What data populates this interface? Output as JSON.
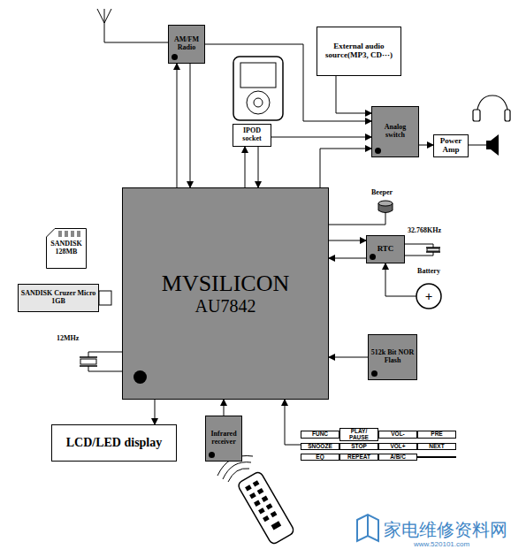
{
  "diagram": {
    "nodes": [
      {
        "text": [
          "AM/FM Radio"
        ]
      },
      {
        "text": [
          "External audio source(MP3, CD···)"
        ]
      },
      {
        "text": [
          "IPOD socket"
        ]
      },
      {
        "text": [
          "Analog switch"
        ]
      },
      {
        "text": [
          "Power Amp"
        ]
      },
      {
        "text": [
          "MVSILICON",
          "AU7842"
        ]
      },
      {
        "text": [
          "RTC"
        ]
      },
      {
        "text": [
          "Battery",
          "+"
        ]
      },
      {
        "text": [
          "512k Bit NOR Flash"
        ]
      },
      {
        "text": [
          "SANDISK 128MB"
        ]
      },
      {
        "text": [
          "SANDISK Cruzer Micro 1GB"
        ]
      },
      {
        "text": [
          "LCD/LED display"
        ]
      },
      {
        "text": [
          "Infrared receiver"
        ]
      },
      {
        "text": [
          "FUNC",
          "PLAY/ PAUSE",
          "VOL-",
          "PRE",
          "SNOOZE",
          "STOP",
          "VOL+",
          "NEXT",
          "EQ",
          "REPEAT",
          "A/B/C"
        ]
      }
    ],
    "edges": [
      {
        "from": 5,
        "to": 0,
        "arrow": "to"
      },
      {
        "from": 0,
        "to": 5,
        "arrow": "to"
      },
      {
        "from": 0,
        "to": 3,
        "arrow": "to"
      },
      {
        "from": 1,
        "to": 3,
        "arrow": "to"
      },
      {
        "from": 5,
        "to": 2,
        "arrow": "to"
      },
      {
        "from": 2,
        "to": 5,
        "arrow": "to"
      },
      {
        "from": 2,
        "to": 3,
        "arrow": "to"
      },
      {
        "from": 5,
        "to": 3,
        "arrow": "to"
      },
      {
        "from": 3,
        "to": 4,
        "arrow": "to"
      },
      {
        "from": 5,
        "to": 6,
        "arrow": "to"
      },
      {
        "from": 6,
        "to": 5,
        "arrow": "to"
      },
      {
        "from": 7,
        "to": 6,
        "arrow": "to"
      },
      {
        "from": 8,
        "to": 5,
        "arrow": "to"
      },
      {
        "from": 5,
        "to": 11,
        "arrow": "to"
      },
      {
        "from": 12,
        "to": 5,
        "arrow": "to"
      },
      {
        "from": 13,
        "to": 5,
        "arrow": "to"
      }
    ],
    "labels": [
      "Beeper",
      "32.768KHz",
      "12MHz",
      "家电维修资料网",
      "www.520101.com"
    ]
  }
}
